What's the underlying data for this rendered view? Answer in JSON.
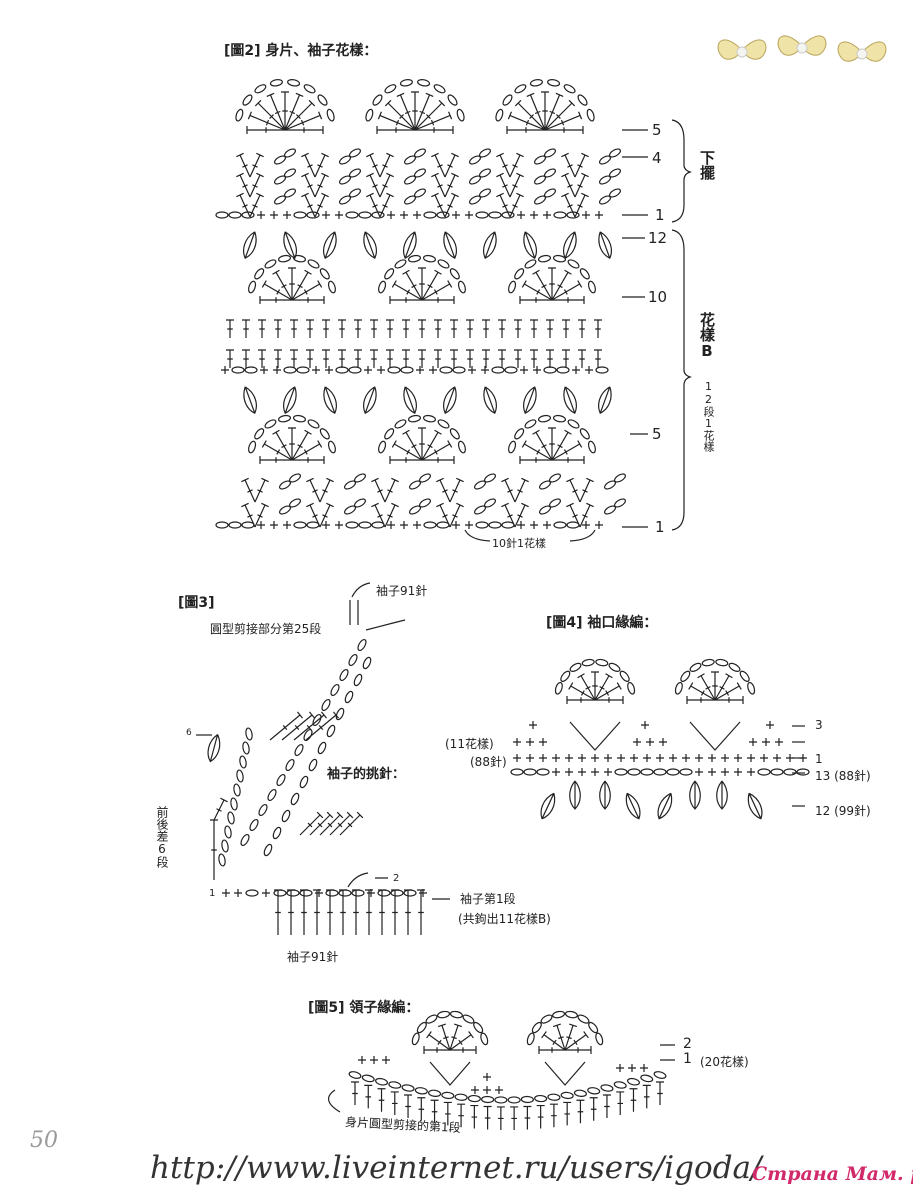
{
  "fig2": {
    "title": "[圖2] 身片、袖子花樣：",
    "rows_hem": [
      "5",
      "4",
      "1"
    ],
    "rows_body": [
      "12",
      "10",
      "5",
      "1"
    ],
    "hem_label": "下擺",
    "patternB_label": "花樣B",
    "patternB_repeat": "12段1花樣",
    "repeat_note": "10針1花樣"
  },
  "fig3": {
    "title": "[圖3]",
    "top_sts": "袖子91針",
    "yoke_row": "圓型剪接部分第25段",
    "pickup": "袖子的挑針：",
    "diff": "前後差6段",
    "row6": "6",
    "row2": "2",
    "row1": "1",
    "sleeve_row1": "袖子第1段",
    "sleeve_note": "(共鉤出11花樣B)",
    "bottom_sts": "袖子91針"
  },
  "fig4": {
    "title": "[圖4] 袖口緣編：",
    "repeats": "(11花樣)",
    "sts": "(88針)",
    "row3": "3",
    "row1": "1",
    "row13": "13 (88針)",
    "row12": "12 (99針)"
  },
  "fig5": {
    "title": "[圖5] 領子緣編：",
    "row2": "2",
    "row1": "1",
    "repeats": "(20花樣)",
    "base": "身片圓型剪接的第1段"
  },
  "page_number": "50",
  "watermark_url": "http://www.liveinternet.ru/users/igoda/",
  "logo_text": "Страна Мам. ру"
}
